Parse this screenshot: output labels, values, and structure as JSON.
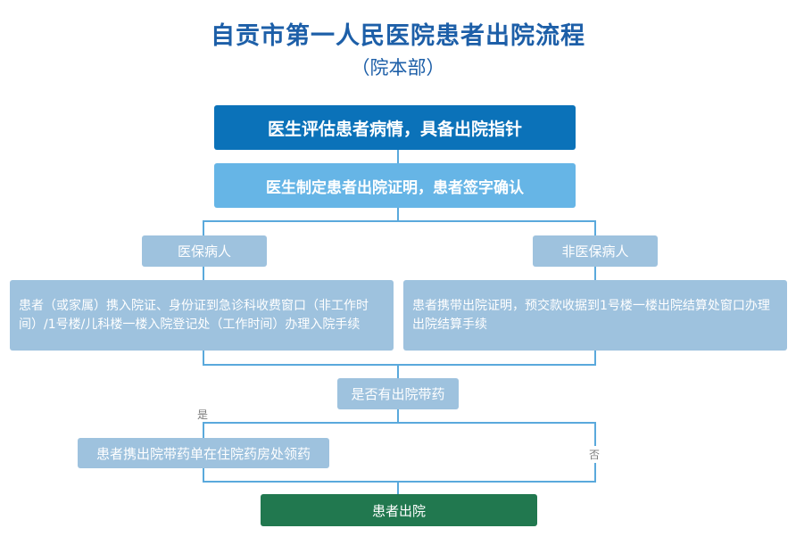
{
  "title": "自贡市第一人民医院患者出院流程",
  "subtitle": "（院本部）",
  "steps": {
    "assess": "医生评估患者病情，具备出院指针",
    "certificate": "医生制定患者出院证明，患者签字确认",
    "insured_label": "医保病人",
    "uninsured_label": "非医保病人",
    "insured_detail": "患者（或家属）携入院证、身份证到急诊科收费窗口（非工作时间）/1号楼/儿科楼一楼入院登记处（工作时间）办理入院手续",
    "uninsured_detail": "患者携带出院证明，预交款收据到1号楼一楼出院结算处窗口办理出院结算手续",
    "medicine_question": "是否有出院带药",
    "yes_label": "是",
    "no_label": "否",
    "pickup_medicine": "患者携出院带药单在住院药房处领药",
    "discharge": "患者出院"
  },
  "colors": {
    "title": "#1d5fa8",
    "dark_box": "#0b72b9",
    "mid_box": "#66b5e6",
    "light_box": "#9ec2de",
    "final_box": "#21784f",
    "connector": "#5aa9dc"
  }
}
